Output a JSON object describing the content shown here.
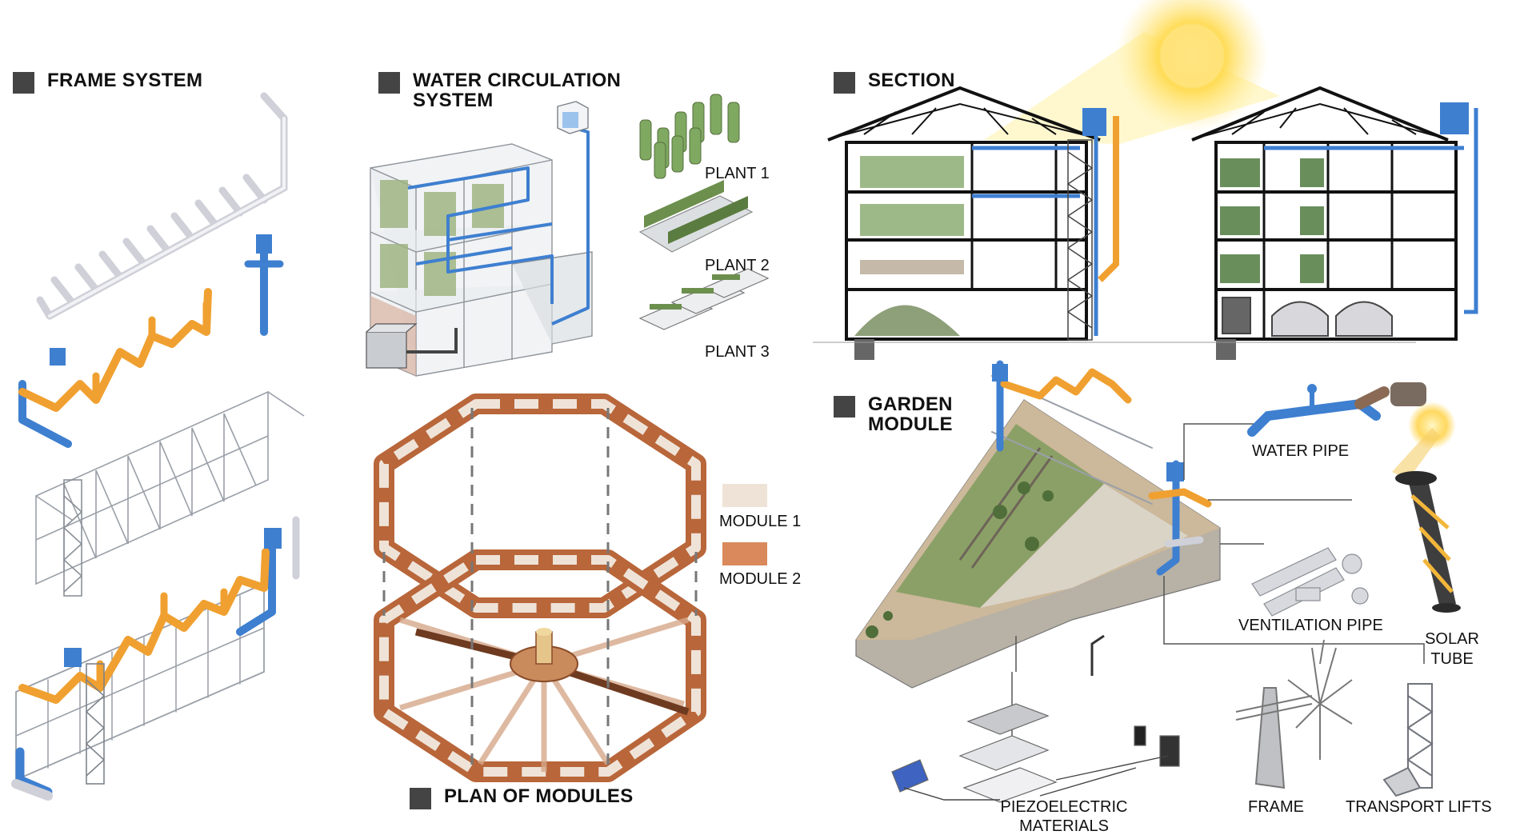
{
  "headings": {
    "frame_system": "FRAME SYSTEM",
    "water_circulation": "WATER CIRCULATION SYSTEM",
    "section": "SECTION",
    "garden_module": "GARDEN MODULE",
    "plan_of_modules": "PLAN OF MODULES"
  },
  "plants": {
    "plant1": "PLANT 1",
    "plant2": "PLANT 2",
    "plant3": "PLANT 3"
  },
  "legend": {
    "module1": "MODULE 1",
    "module2": "MODULE 2",
    "module1_color": "#efe3d8",
    "module2_color": "#d9895c"
  },
  "components": {
    "water_pipe": "WATER PIPE",
    "solar_tube": "SOLAR TUBE",
    "ventilation_pipe": "VENTILATION PIPE",
    "piezoelectric": "PIEZOELECTRIC MATERIALS",
    "frame": "FRAME",
    "transport_lifts": "TRANSPORT LIFTS"
  },
  "colors": {
    "heading_square": "#444444",
    "water_blue": "#3e7fd0",
    "vent_orange": "#f0a030",
    "pipe_white": "#e8e8ee",
    "copper": "#b8663a",
    "sun": "#ffd94a"
  }
}
